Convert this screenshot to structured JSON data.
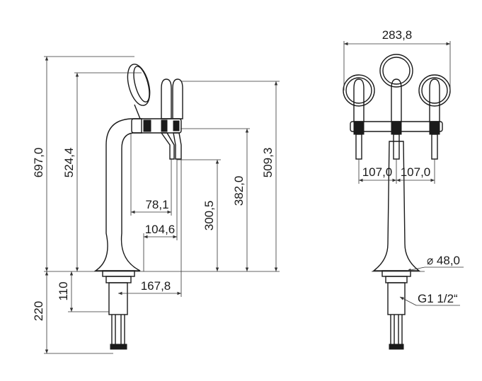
{
  "dimensions": {
    "total_height": "697,0",
    "tower_height": "524,4",
    "tap_height": "509,3",
    "spout_height": "382,0",
    "spout_outlet_height": "300,5",
    "spout_reach_inner": "78,1",
    "spout_reach_mid": "104,6",
    "spout_reach_outer": "167,8",
    "shank_top": "110",
    "shank_total": "220",
    "front_width": "283,8",
    "tap_spacing_left": "107,0",
    "tap_spacing_right": "107,0",
    "base_diameter": "⌀ 48,0",
    "thread": "G1 1/2“"
  },
  "colors": {
    "line": "#1a1a1a",
    "background": "#ffffff"
  }
}
